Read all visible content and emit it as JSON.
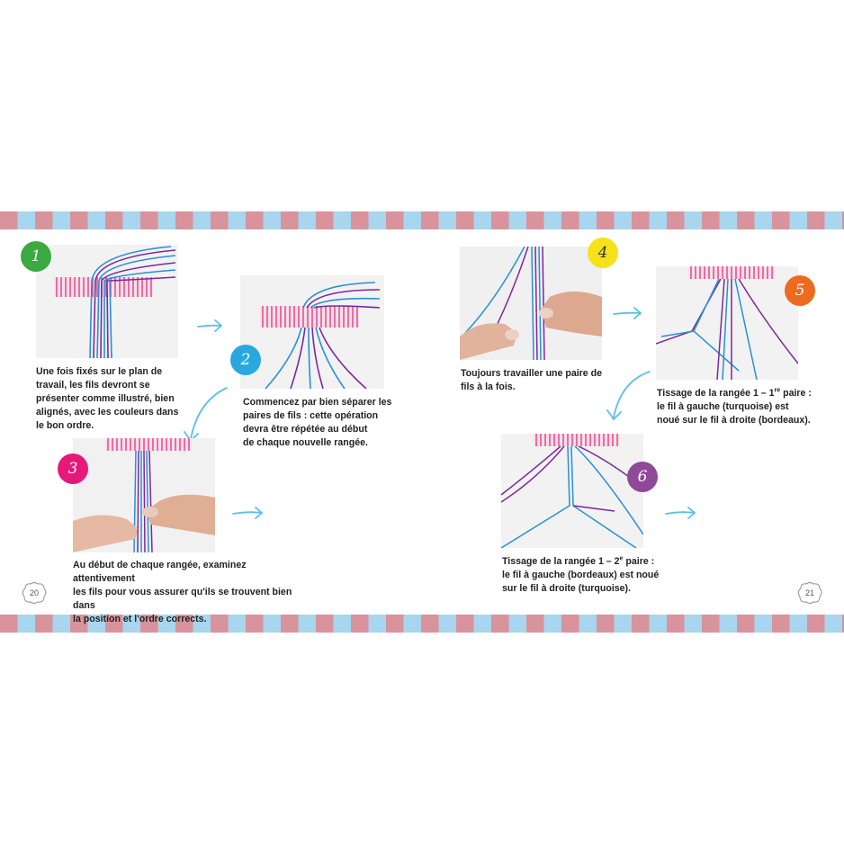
{
  "colors": {
    "stripe_pink": "#d9939c",
    "stripe_blue": "#a8d6ee",
    "thread_blue": "#2a8fd4",
    "thread_purple": "#7a2a9a",
    "tape_pink": "#e8508e",
    "arrow_blue": "#5cc0e4"
  },
  "steps": [
    {
      "number": "1",
      "badge_color": "#3aa93f",
      "icon": "hand-drawn-number-1"
    },
    {
      "number": "2",
      "badge_color": "#29a8e0",
      "icon": "hand-drawn-number-2"
    },
    {
      "number": "3",
      "badge_color": "#e5197a",
      "icon": "hand-drawn-number-3"
    },
    {
      "number": "4",
      "badge_color": "#f5e21a",
      "icon": "hand-drawn-number-4"
    },
    {
      "number": "5",
      "badge_color": "#ee6a1f",
      "icon": "hand-drawn-number-5"
    },
    {
      "number": "6",
      "badge_color": "#8e4a98",
      "icon": "hand-drawn-number-6"
    }
  ],
  "captions": {
    "step1": {
      "l1": "Une fois fixés sur le plan de",
      "l2": "travail, les fils devront se",
      "l3": "présenter comme illustré, bien",
      "l4": "alignés, avec les couleurs dans",
      "l5": "le bon ordre."
    },
    "step2": {
      "l1": "Commencez par bien séparer les",
      "l2": "paires de fils : cette opération",
      "l3": "devra être répétée au début",
      "l4": "de chaque nouvelle rangée."
    },
    "step3": {
      "l1": "Au début de chaque rangée, examinez attentivement",
      "l2": "les fils pour vous assurer qu'ils se trouvent bien dans",
      "l3": "la position et l'ordre corrects."
    },
    "step4": {
      "l1": "Toujours travailler une paire de",
      "l2": "fils à la fois."
    },
    "step5": {
      "l1_pre": "Tissage de la rangée 1 – 1",
      "l1_sup": "re",
      "l1_post": " paire :",
      "l2": "le fil à gauche (turquoise) est",
      "l3": "noué sur le fil à droite (bordeaux)."
    },
    "step6": {
      "l1_pre": "Tissage de la rangée 1 – 2",
      "l1_sup": "e",
      "l1_post": " paire :",
      "l2": "le fil à gauche (bordeaux) est noué",
      "l3": "sur le fil à droite (turquoise)."
    }
  },
  "pages": {
    "left": "20",
    "right": "21"
  }
}
